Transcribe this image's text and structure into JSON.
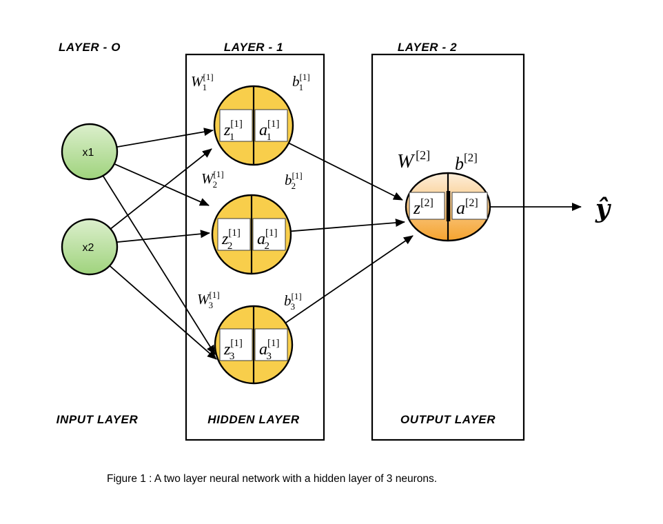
{
  "titles": {
    "layer0": "LAYER - O",
    "layer1": "LAYER - 1",
    "layer2": "LAYER - 2"
  },
  "footers": {
    "input": "INPUT LAYER",
    "hidden": "HIDDEN LAYER",
    "output": "OUTPUT LAYER"
  },
  "inputs": {
    "x1": "x1",
    "x2": "x2"
  },
  "hidden": [
    {
      "w": {
        "base": "W",
        "sub": "1",
        "sup": "[1]"
      },
      "b": {
        "base": "b",
        "sub": "1",
        "sup": "[1]"
      },
      "z": {
        "base": "z",
        "sub": "1",
        "sup": "[1]"
      },
      "a": {
        "base": "a",
        "sub": "1",
        "sup": "[1]"
      }
    },
    {
      "w": {
        "base": "W",
        "sub": "2",
        "sup": "[1]"
      },
      "b": {
        "base": "b",
        "sub": "2",
        "sup": "[1]"
      },
      "z": {
        "base": "z",
        "sub": "2",
        "sup": "[1]"
      },
      "a": {
        "base": "a",
        "sub": "2",
        "sup": "[1]"
      }
    },
    {
      "w": {
        "base": "W",
        "sub": "3",
        "sup": "[1]"
      },
      "b": {
        "base": "b",
        "sub": "3",
        "sup": "[1]"
      },
      "z": {
        "base": "z",
        "sub": "3",
        "sup": "[1]"
      },
      "a": {
        "base": "a",
        "sub": "3",
        "sup": "[1]"
      }
    }
  ],
  "output_neuron": {
    "w": {
      "base": "W",
      "sup": "[2]"
    },
    "b": {
      "base": "b",
      "sup": "[2]"
    },
    "z": {
      "base": "z",
      "sup": "[2]"
    },
    "a": {
      "base": "a",
      "sup": "[2]"
    }
  },
  "prediction": "ŷ",
  "caption": "Figure 1 : A two layer neural network with a hidden layer of 3 neurons.",
  "colors": {
    "stroke": "#000000",
    "input_top": "#dcefcd",
    "input_bottom": "#9fd37d",
    "hidden_fill": "#f8ce4b",
    "output_top": "#fdeeda",
    "output_bottom": "#f5a32f"
  }
}
